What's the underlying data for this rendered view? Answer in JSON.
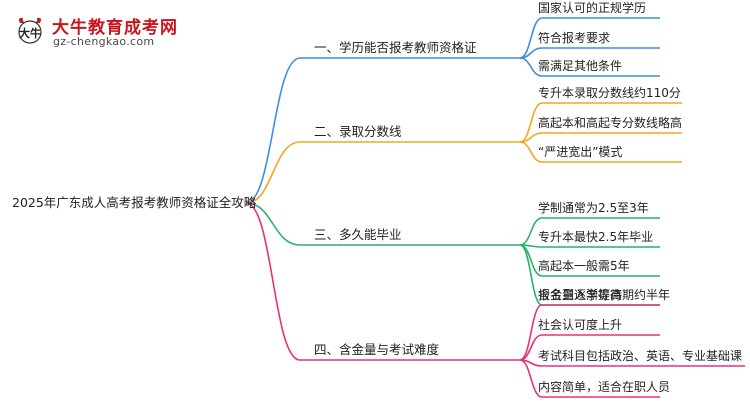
{
  "logo": {
    "title": "大牛教育成考网",
    "url": "gz-chengkao.com",
    "mark": "大牛"
  },
  "root": "2025年广东成人高考报考教师资格证全攻略",
  "branches": [
    {
      "label": "一、学历能否报考教师资格证",
      "color": "#3f8fe0",
      "items": [
        "国家认可的正规学历",
        "符合报考要求",
        "需满足其他条件"
      ]
    },
    {
      "label": "二、录取分数线",
      "color": "#f0a81e",
      "items": [
        "专升本录取分数线约110分",
        "高起本和高起专分数线略高",
        "“严进宽出”模式"
      ]
    },
    {
      "label": "三、多久能毕业",
      "color": "#27b26a",
      "items": [
        "学制通常为2.5至3年",
        "专升本最快2.5年毕业",
        "高起本一般需5年",
        "报名到入学等待期约半年"
      ]
    },
    {
      "label": "四、含金量与考试难度",
      "color": "#e8307a",
      "items": [
        "含金量逐渐提高",
        "社会认可度上升",
        "考试科目包括政治、英语、专业基础课",
        "内容简单，适合在职人员"
      ]
    }
  ]
}
